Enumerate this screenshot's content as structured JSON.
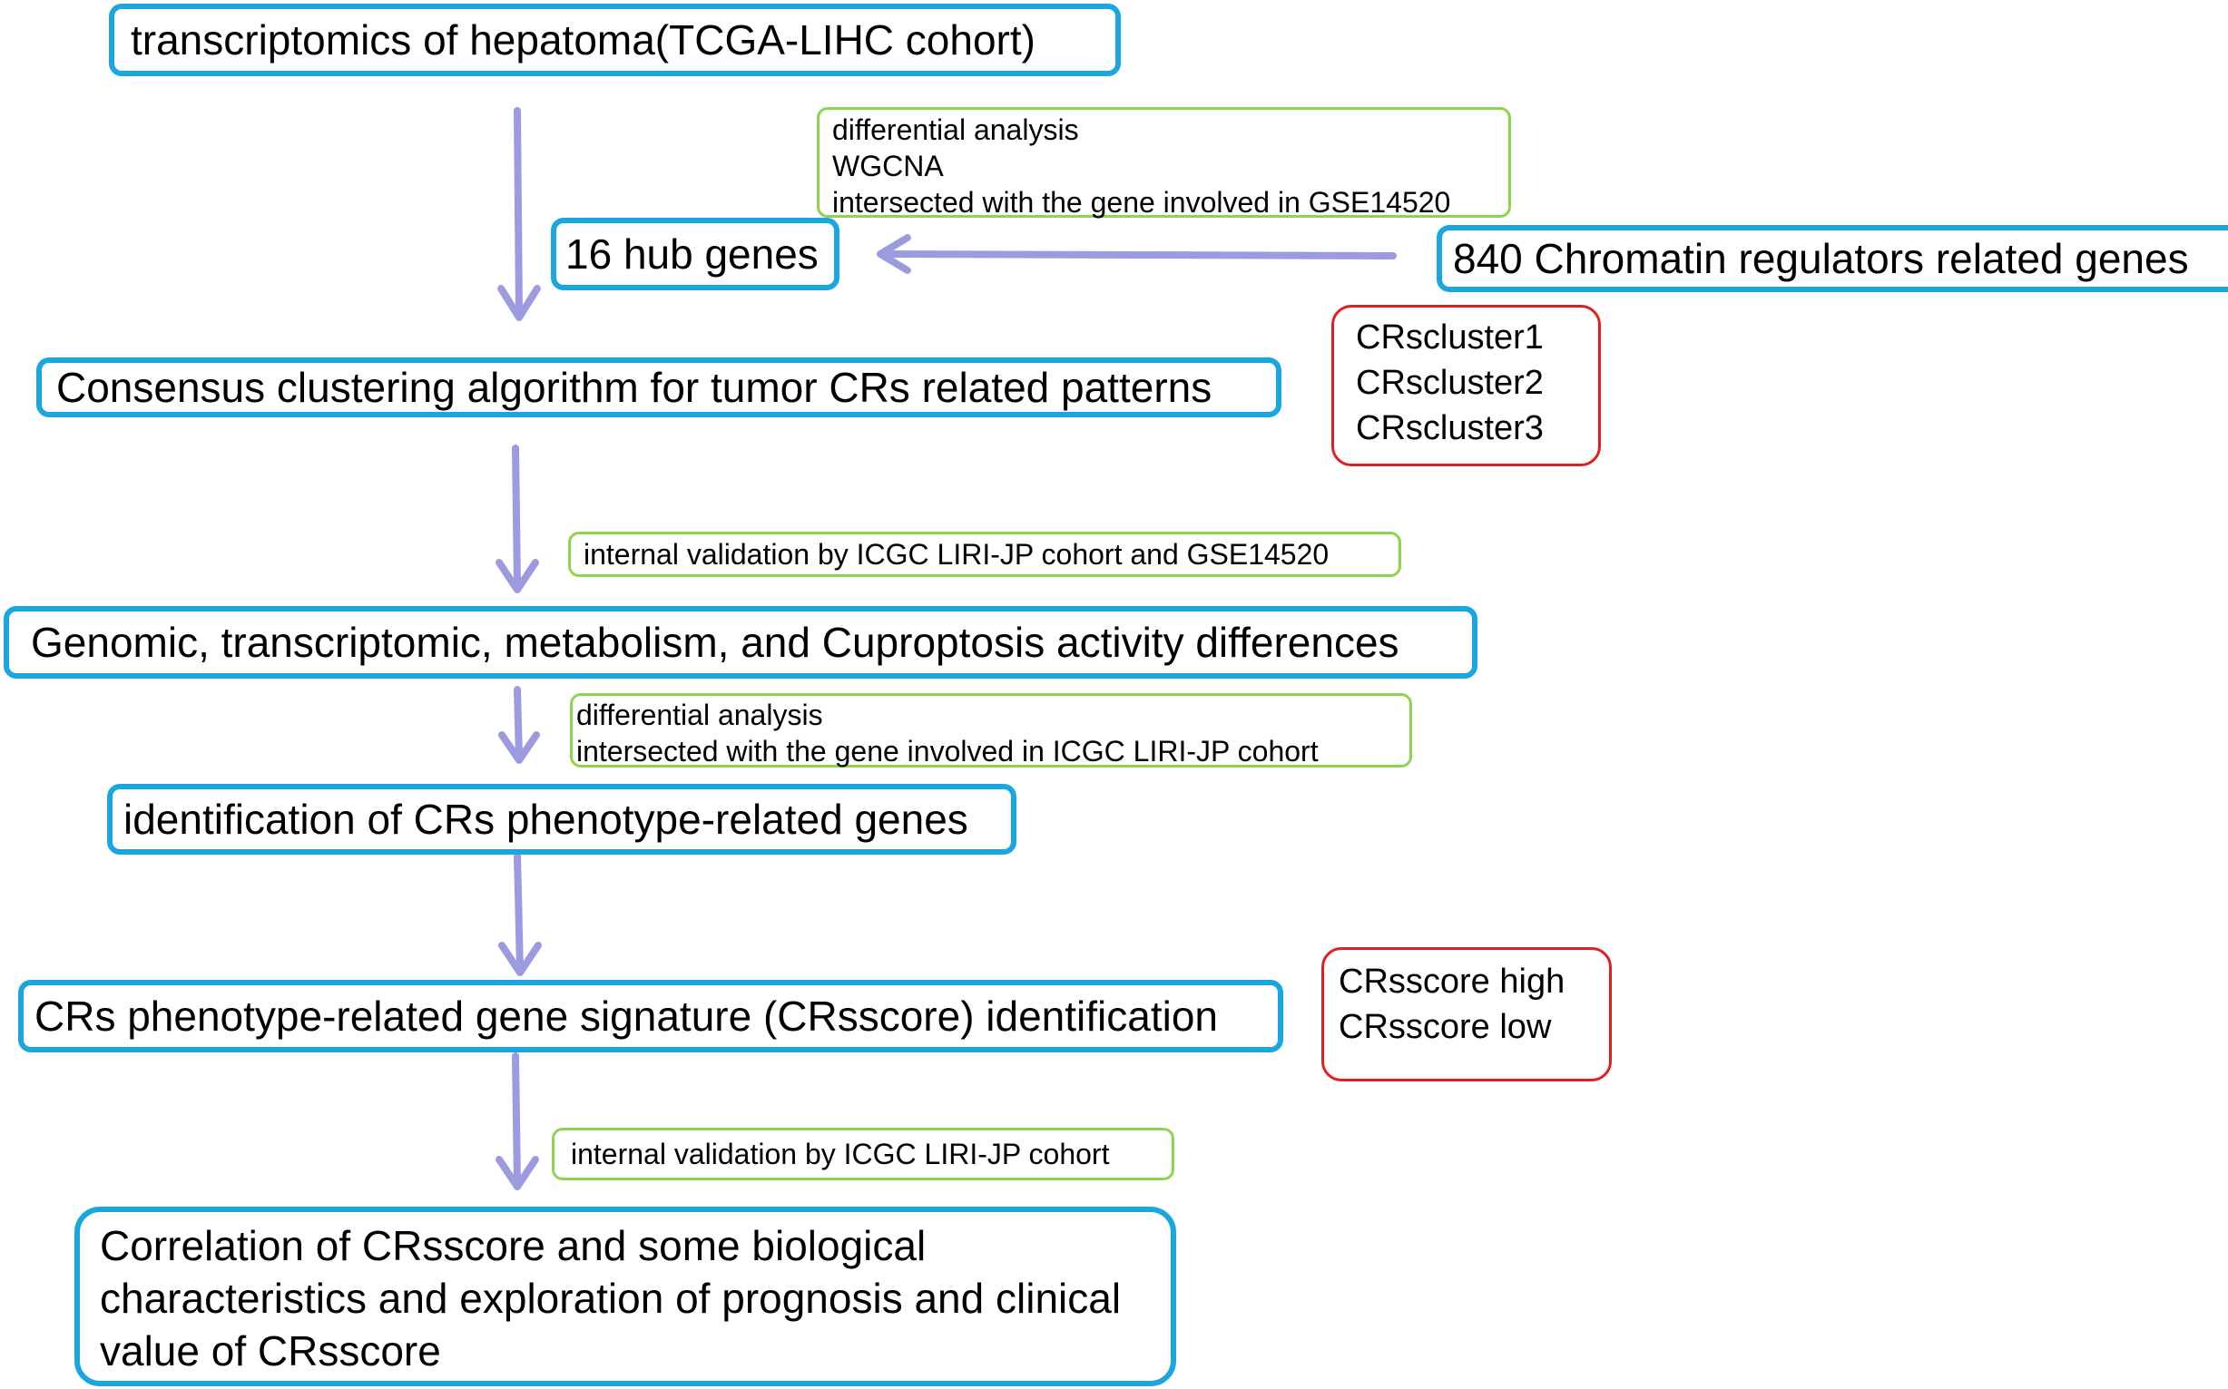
{
  "colors": {
    "main_box_border": "#1ba6e0",
    "method_box_border": "#8dd44f",
    "group_box_border": "#e02020",
    "arrow": "#9d9be0"
  },
  "steps": {
    "transcriptomics": "transcriptomics of hepatoma(TCGA-LIHC cohort)",
    "hub_genes": "16 hub genes",
    "chromatin_regulators": "840 Chromatin regulators related genes",
    "consensus": "Consensus clustering algorithm for tumor CRs related patterns",
    "differences": "Genomic, transcriptomic, metabolism, and Cuproptosis activity differences",
    "phenotype_genes": "identification of CRs phenotype-related genes",
    "signature": "CRs phenotype-related gene signature (CRsscore) identification",
    "correlation": [
      "Correlation of CRsscore and some biological",
      "characteristics and exploration of prognosis and clinical",
      "value of CRsscore"
    ]
  },
  "methods": {
    "hub_selection": [
      "differential analysis",
      "WGCNA",
      "intersected with the gene involved in GSE14520"
    ],
    "validation_1": "internal validation by ICGC LIRI-JP cohort and GSE14520",
    "phenotype_selection": [
      "differential analysis",
      "intersected with the gene involved in ICGC LIRI-JP cohort"
    ],
    "validation_2": "internal validation by ICGC LIRI-JP cohort"
  },
  "groups": {
    "clusters": [
      "CRscluster1",
      "CRscluster2",
      "CRscluster3"
    ],
    "scores": [
      "CRsscore high",
      "CRsscore low"
    ]
  }
}
